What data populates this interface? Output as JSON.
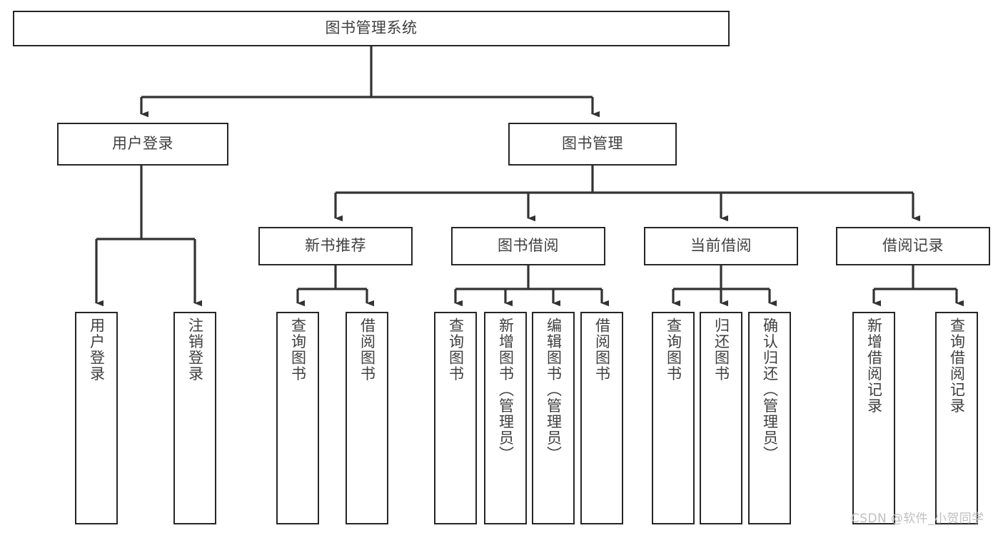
{
  "diagram": {
    "type": "tree",
    "title": "图书管理系统",
    "orientation": "top-down",
    "colors": {
      "box_border": "#262626",
      "box_fill": "#ffffff",
      "connector": "#333333",
      "text": "#3f3f3f",
      "watermark": "#bfbfbf",
      "background": "#ffffff"
    },
    "nodes": {
      "root": {
        "label": "图书管理系统",
        "level": 0
      },
      "l1": [
        {
          "id": "user_login",
          "label": "用户登录",
          "level": 1
        },
        {
          "id": "book_manage",
          "label": "图书管理",
          "level": 1
        }
      ],
      "l2": [
        {
          "id": "new_book_rec",
          "label": "新书推荐",
          "level": 2,
          "parent": "book_manage"
        },
        {
          "id": "book_borrow",
          "label": "图书借阅",
          "level": 2,
          "parent": "book_manage"
        },
        {
          "id": "current_borrow",
          "label": "当前借阅",
          "level": 2,
          "parent": "book_manage"
        },
        {
          "id": "borrow_record",
          "label": "借阅记录",
          "level": 2,
          "parent": "book_manage"
        }
      ],
      "leaves": [
        {
          "id": "leaf_user_login",
          "label": "用户登录",
          "parent": "user_login"
        },
        {
          "id": "leaf_user_logout",
          "label": "注销登录",
          "parent": "user_login"
        },
        {
          "id": "leaf_query_book_1",
          "label": "查询图书",
          "parent": "new_book_rec"
        },
        {
          "id": "leaf_borrow_book_1",
          "label": "借阅图书",
          "parent": "new_book_rec"
        },
        {
          "id": "leaf_query_book_2",
          "label": "查询图书",
          "parent": "book_borrow"
        },
        {
          "id": "leaf_add_book",
          "label": "新增图书（管理员）",
          "parent": "book_borrow"
        },
        {
          "id": "leaf_edit_book",
          "label": "编辑图书（管理员）",
          "parent": "book_borrow"
        },
        {
          "id": "leaf_borrow_book_2",
          "label": "借阅图书",
          "parent": "book_borrow"
        },
        {
          "id": "leaf_query_book_3",
          "label": "查询图书",
          "parent": "current_borrow"
        },
        {
          "id": "leaf_return_book",
          "label": "归还图书",
          "parent": "current_borrow"
        },
        {
          "id": "leaf_confirm_return",
          "label": "确认归还（管理员）",
          "parent": "current_borrow"
        },
        {
          "id": "leaf_add_record",
          "label": "新增借阅记录",
          "parent": "borrow_record"
        },
        {
          "id": "leaf_query_record",
          "label": "查询借阅记录",
          "parent": "borrow_record"
        }
      ]
    },
    "watermark": "CSDN @软件_小贺同学"
  }
}
